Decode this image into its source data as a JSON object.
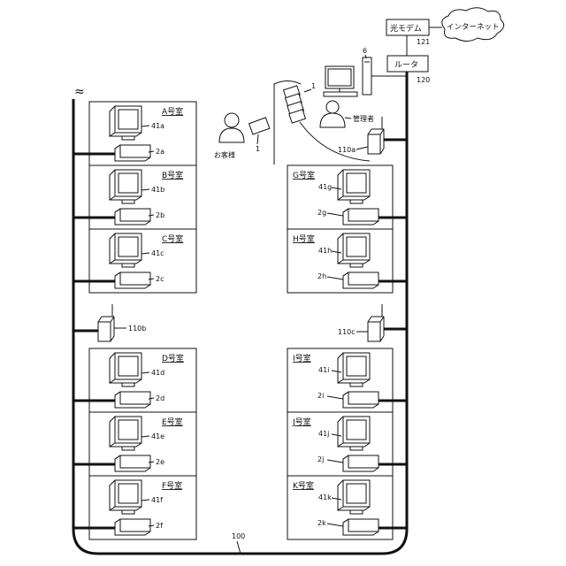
{
  "rooms": {
    "A": {
      "name": "A号室",
      "monitor": "41a",
      "stb": "2a"
    },
    "B": {
      "name": "B号室",
      "monitor": "41b",
      "stb": "2b"
    },
    "C": {
      "name": "C号室",
      "monitor": "41c",
      "stb": "2c"
    },
    "D": {
      "name": "D号室",
      "monitor": "41d",
      "stb": "2d"
    },
    "E": {
      "name": "E号室",
      "monitor": "41e",
      "stb": "2e"
    },
    "F": {
      "name": "F号室",
      "monitor": "41f",
      "stb": "2f"
    },
    "G": {
      "name": "G号室",
      "monitor": "41g",
      "stb": "2g"
    },
    "H": {
      "name": "H号室",
      "monitor": "41h",
      "stb": "2h"
    },
    "I": {
      "name": "I号室",
      "monitor": "41i",
      "stb": "2i"
    },
    "J": {
      "name": "J号室",
      "monitor": "41j",
      "stb": "2j"
    },
    "K": {
      "name": "K号室",
      "monitor": "41k",
      "stb": "2k"
    }
  },
  "network": {
    "modem": "光モデム",
    "modem_ref": "121",
    "router": "ルータ",
    "router_ref": "120",
    "internet": "インターネット",
    "bus_ref": "100",
    "ap_a": "110a",
    "ap_b": "110b",
    "ap_c": "110c"
  },
  "front": {
    "pc_ref": "6",
    "stack_ref": "1",
    "tablet_ref": "1",
    "customer": "お客様",
    "manager": "管理者"
  },
  "misc": {
    "break_mark": "≈"
  }
}
